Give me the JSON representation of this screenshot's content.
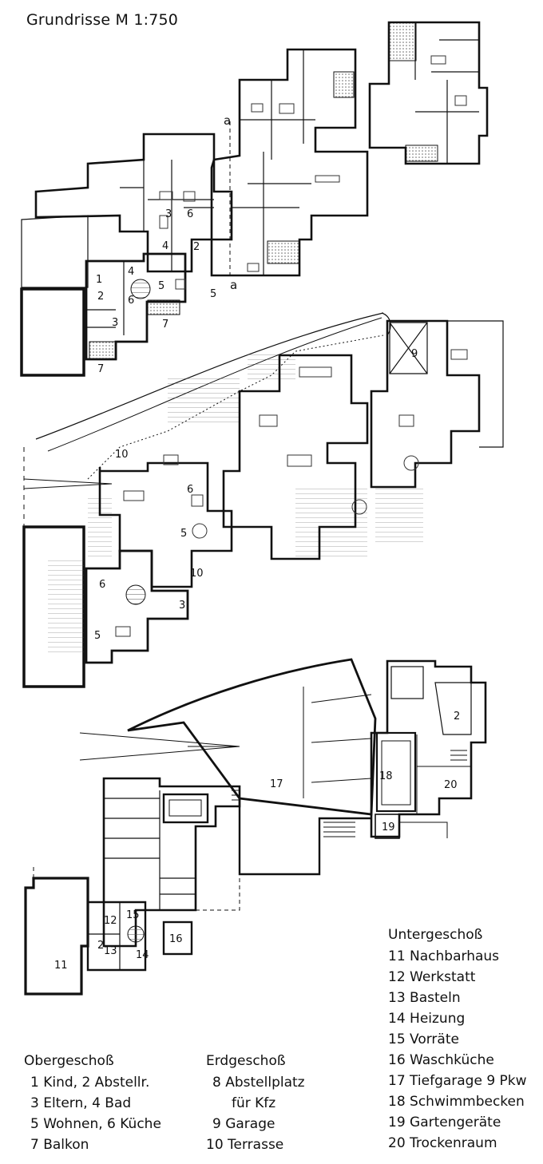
{
  "title": "Grundrisse M 1:750",
  "section_marks": [
    "a",
    "a"
  ],
  "obergeschoss": {
    "heading": "Obergeschoß",
    "rows": [
      "1 Kind, 2 Abstellr.",
      "3 Eltern, 4 Bad",
      "5 Wohnen, 6 Küche",
      "7 Balkon"
    ]
  },
  "erdgeschoss": {
    "heading": "Erdgeschoß",
    "rows": [
      "8 Abstellplatz",
      "für Kfz",
      "9 Garage",
      "10 Terrasse"
    ]
  },
  "untergeschoss": {
    "heading": "Untergeschoß",
    "rows": [
      "11 Nachbarhaus",
      "12 Werkstatt",
      "13 Basteln",
      "14 Heizung",
      "15 Vorräte",
      "16 Waschküche",
      "17 Tiefgarage 9 Pkw",
      "18 Schwimmbecken",
      "19 Gartengeräte",
      "20 Trockenraum"
    ]
  },
  "plan_labels": {
    "upper": [
      "1",
      "2",
      "3",
      "4",
      "5",
      "6",
      "7",
      "7",
      "2",
      "3",
      "4",
      "5",
      "6"
    ],
    "ground": [
      "10",
      "6",
      "5",
      "5",
      "6",
      "3",
      "10",
      "9"
    ],
    "basement": [
      "17",
      "18",
      "19",
      "20",
      "2",
      "11",
      "12",
      "13",
      "15",
      "16",
      "2",
      "14"
    ]
  }
}
